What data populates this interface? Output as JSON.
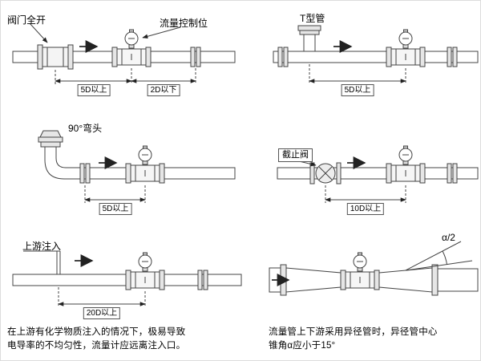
{
  "panels": {
    "p1": {
      "valve_label": "阀门全开",
      "control_label": "流量控制位",
      "dim_upstream": "5D以上",
      "dim_downstream": "2D以下"
    },
    "p2": {
      "label": "T型管",
      "dim": "5D以上"
    },
    "p3": {
      "label": "90°弯头",
      "dim": "5D以上"
    },
    "p4": {
      "label": "截止阀",
      "dim": "10D以上"
    },
    "p5": {
      "label": "上游注入",
      "dim": "20D以上",
      "caption_line1": "在上游有化学物质注入的情况下，极易导致",
      "caption_line2": "电导率的不均匀性，流量计应远离注入口。"
    },
    "p6": {
      "angle_label": "α/2",
      "caption_line1": "流量管上下游采用异径管时，异径管中心",
      "caption_line2": "锥角α应小于15°"
    }
  }
}
